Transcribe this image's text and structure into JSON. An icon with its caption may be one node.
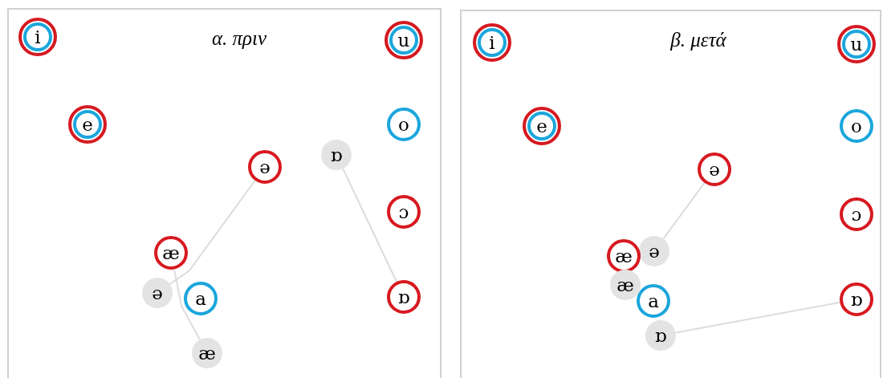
{
  "diagram": {
    "nodes": [
      {
        "text": [
          "α. πριν"
        ]
      },
      {
        "text": [
          "i"
        ],
        "in": 0
      },
      {
        "text": [
          "u"
        ],
        "in": 0
      },
      {
        "text": [
          "e"
        ],
        "in": 0
      },
      {
        "text": [
          "o"
        ],
        "in": 0
      },
      {
        "text": [
          "ɒ"
        ],
        "in": 0
      },
      {
        "text": [
          "ə"
        ],
        "in": 0
      },
      {
        "text": [
          "ɔ"
        ],
        "in": 0
      },
      {
        "text": [
          "æ"
        ],
        "in": 0
      },
      {
        "text": [
          "ə"
        ],
        "in": 0
      },
      {
        "text": [
          "a"
        ],
        "in": 0
      },
      {
        "text": [
          "ɒ"
        ],
        "in": 0
      },
      {
        "text": [
          "æ"
        ],
        "in": 0
      },
      {
        "text": [
          "β. μετά"
        ]
      },
      {
        "text": [
          "i"
        ],
        "in": 13
      },
      {
        "text": [
          "u"
        ],
        "in": 13
      },
      {
        "text": [
          "e"
        ],
        "in": 13
      },
      {
        "text": [
          "o"
        ],
        "in": 13
      },
      {
        "text": [
          "ə"
        ],
        "in": 13
      },
      {
        "text": [
          "ɔ"
        ],
        "in": 13
      },
      {
        "text": [
          "ə"
        ],
        "in": 13
      },
      {
        "text": [
          "æ"
        ],
        "in": 13
      },
      {
        "text": [
          "æ"
        ],
        "in": 13
      },
      {
        "text": [
          "a"
        ],
        "in": 13
      },
      {
        "text": [
          "ɒ"
        ],
        "in": 13
      },
      {
        "text": [
          "ɒ"
        ],
        "in": 13
      }
    ],
    "edges": [
      {
        "from": 6,
        "to": 9,
        "arrow": "none"
      },
      {
        "from": 8,
        "to": 12,
        "arrow": "none"
      },
      {
        "from": 5,
        "to": 11,
        "arrow": "none"
      },
      {
        "from": 18,
        "to": 20,
        "arrow": "none"
      },
      {
        "from": 24,
        "to": 25,
        "arrow": "none"
      }
    ]
  }
}
